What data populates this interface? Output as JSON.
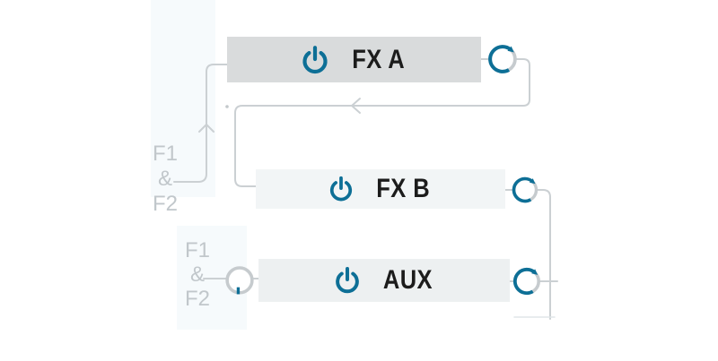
{
  "diagram": {
    "blocks": [
      {
        "id": "fx-a",
        "label": "FX A"
      },
      {
        "id": "fx-b",
        "label": "FX B"
      },
      {
        "id": "aux",
        "label": "AUX"
      }
    ],
    "side_labels": {
      "upper": {
        "f1": "F1",
        "amp": "&",
        "f2": "F2"
      },
      "lower": {
        "f1": "F1",
        "amp": "&",
        "f2": "F2"
      }
    }
  },
  "icons": {
    "power": "power-symbol",
    "loop": "circular-arrow",
    "knob": "knob-at-minimum",
    "chevron_up": "flow-arrow-up",
    "chevron_left": "flow-arrow-left"
  },
  "colors": {
    "accent_teal": "#0d6f96",
    "wire_gray": "#cbd0d3",
    "label_gray": "#c1c7cb",
    "text_black": "#1c1c1c",
    "block_fx_a_bg": "#d9dbdc",
    "block_fx_b_bg": "#f2f5f6",
    "block_aux_bg": "#edf0f1",
    "tint_blue": "#f6fafc"
  }
}
